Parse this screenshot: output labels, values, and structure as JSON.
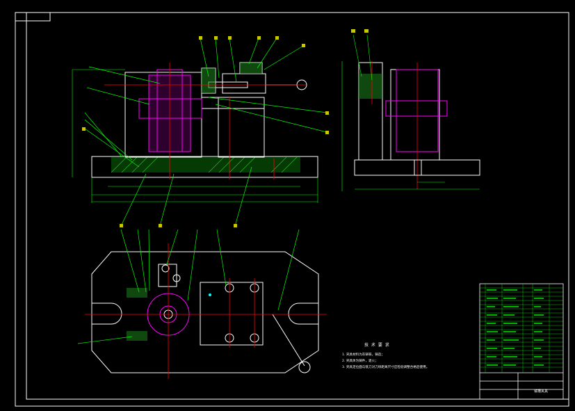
{
  "drawing": {
    "title_block_name": "铣槽夹具",
    "colors": {
      "background": "#000000",
      "outline": "#ffffff",
      "leader": "#00ff00",
      "part_magenta": "#ff00ff",
      "centerline": "#ff0000",
      "hatch": "#00c000",
      "tag_fill": "#c8c800",
      "dim_cyan": "#00ffff"
    }
  },
  "requirements": {
    "title": "技 术 要 求",
    "items": [
      "1. 夹具材料为灰铸铁，铸造；",
      "2. 夹具体为铸件，退火；",
      "3. 夹具定位面与铣刀对刀块距离尺寸应检验调整合格后使用。"
    ]
  },
  "views": {
    "front_view": {
      "name": "front-elevation"
    },
    "side_view": {
      "name": "side-elevation"
    },
    "plan_view": {
      "name": "top-plan"
    }
  }
}
